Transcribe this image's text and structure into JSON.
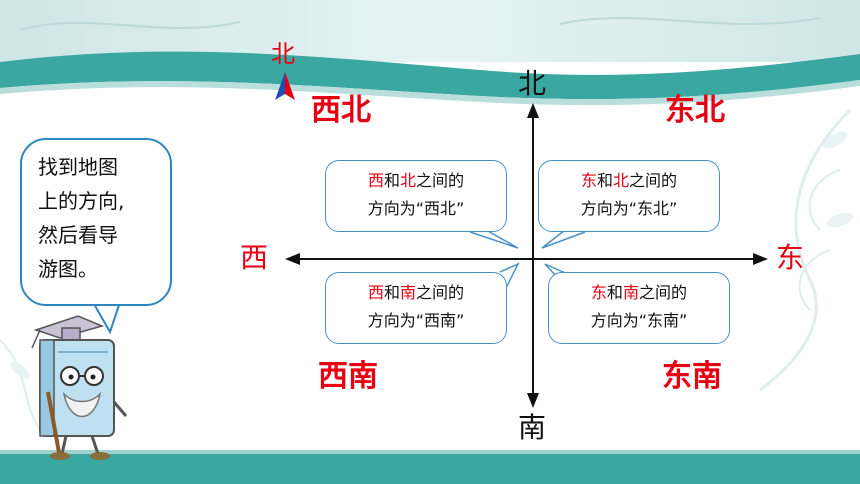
{
  "compass_marker": {
    "label": "北"
  },
  "axes": {
    "north": "北",
    "south": "南",
    "west": "西",
    "east": "东"
  },
  "quadrants": {
    "northwest": "西北",
    "northeast": "东北",
    "southwest": "西南",
    "southeast": "东南"
  },
  "bubbles": {
    "northwest": {
      "word1": "西",
      "connector": "和",
      "word2": "北",
      "rest": "之间的",
      "line2": "方向为“西北”"
    },
    "northeast": {
      "word1": "东",
      "connector": "和",
      "word2": "北",
      "rest": "之间的",
      "line2": "方向为“东北”"
    },
    "southwest": {
      "word1": "西",
      "connector": "和",
      "word2": "南",
      "rest": "之间的",
      "line2": "方向为“西南”"
    },
    "southeast": {
      "word1": "东",
      "connector": "和",
      "word2": "南",
      "rest": "之间的",
      "line2": "方向为“东南”"
    }
  },
  "speech": {
    "lines": [
      "找到地图",
      "上的方向,",
      "然后看导",
      "游图。"
    ]
  },
  "colors": {
    "teal": "#3aa7a0",
    "accent": "#e60012",
    "bubble_border": "#4a90c8",
    "speech_border": "#2e86c1"
  },
  "icons": {
    "compass": "north-arrow-icon",
    "character": "book-character-icon"
  }
}
